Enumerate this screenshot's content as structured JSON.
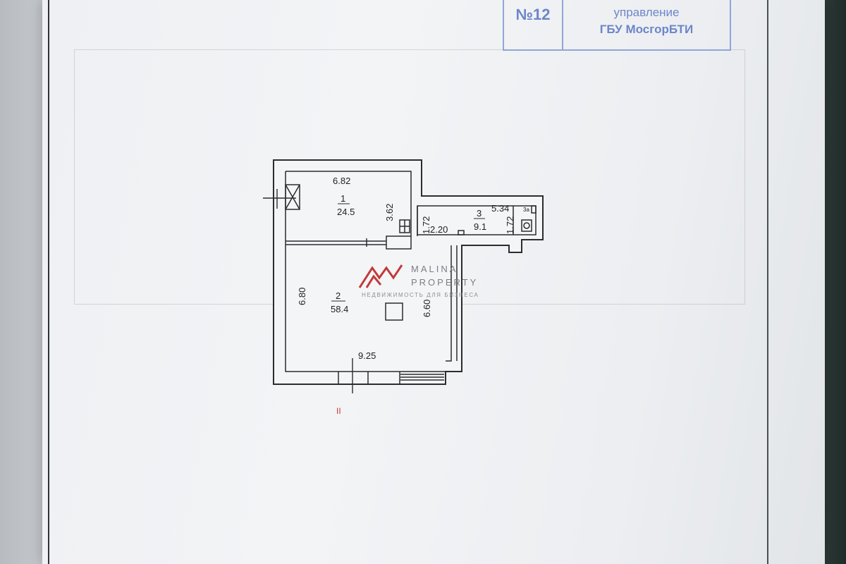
{
  "stamp": {
    "number": "№12",
    "line1": "управление",
    "line2": "ГБУ МосгорБТИ"
  },
  "watermark": {
    "name_line1": "MALINA",
    "name_line2": "PROPERTY",
    "tagline": "НЕДВИЖИМОСТЬ ДЛЯ БИЗНЕСА",
    "brand_color": "#c23a3a"
  },
  "rooms": [
    {
      "number": "1",
      "area": "24.5"
    },
    {
      "number": "2",
      "area": "58.4"
    },
    {
      "number": "3",
      "area": "9.1"
    },
    {
      "number": "3а"
    }
  ],
  "dimensions": {
    "room1_width": "6.82",
    "room1_depth": "3.62",
    "room2_height": "6.80",
    "room2_inner_height": "6.60",
    "room2_width": "9.25",
    "corridor_left_depth": "1.72",
    "corridor_width": "2.20",
    "room3_width": "5.34",
    "room3_depth": "1.72"
  },
  "section_mark": "II"
}
